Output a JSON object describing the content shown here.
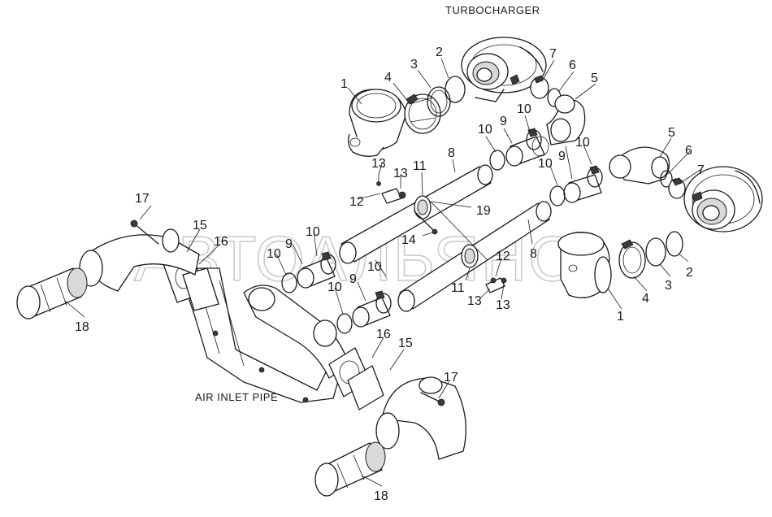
{
  "captions": {
    "turbocharger": "TURBOCHARGER",
    "air_inlet_pipe": "AIR INLET PIPE"
  },
  "watermark": "АВТОАЛЬЯНС",
  "callouts": [
    "1",
    "2",
    "3",
    "4",
    "5",
    "6",
    "7",
    "8",
    "9",
    "10",
    "11",
    "12",
    "13",
    "14",
    "15",
    "16",
    "17",
    "18",
    "19"
  ],
  "colors": {
    "line": "#1a1a1a",
    "watermark": "#c8c8c8"
  }
}
